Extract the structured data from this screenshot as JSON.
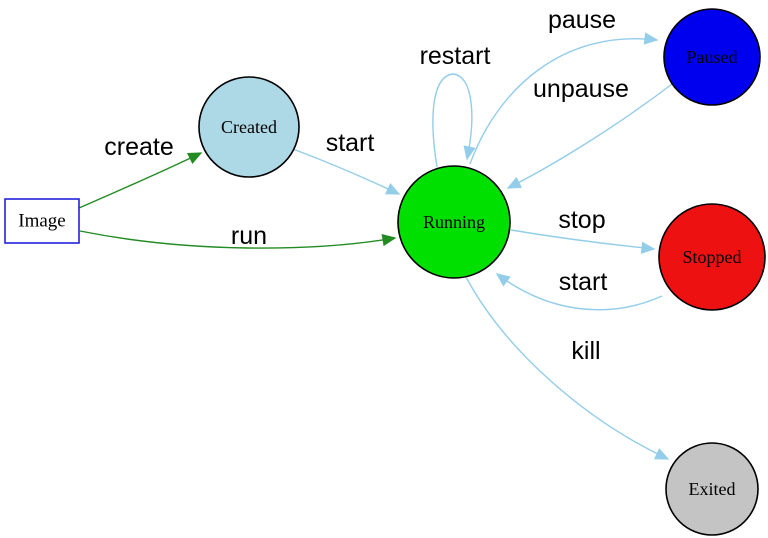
{
  "colors": {
    "background": "#ffffff",
    "edge_flow": "#93cdea",
    "edge_create": "#228b22",
    "node_border": "#000000",
    "image_border": "#2222dd",
    "label_text": "#000000"
  },
  "nodes": {
    "image": {
      "label": "Image",
      "fill": "#ffffff"
    },
    "created": {
      "label": "Created",
      "fill": "#add8e6"
    },
    "running": {
      "label": "Running",
      "fill": "#00e000"
    },
    "paused": {
      "label": "Paused",
      "fill": "#0000ee"
    },
    "stopped": {
      "label": "Stopped",
      "fill": "#ee1111"
    },
    "exited": {
      "label": "Exited",
      "fill": "#c4c4c4"
    }
  },
  "edges": {
    "create": {
      "label": "create",
      "from": "image",
      "to": "created"
    },
    "run": {
      "label": "run",
      "from": "image",
      "to": "running"
    },
    "start_created": {
      "label": "start",
      "from": "created",
      "to": "running"
    },
    "restart": {
      "label": "restart",
      "from": "running",
      "to": "running"
    },
    "pause": {
      "label": "pause",
      "from": "running",
      "to": "paused"
    },
    "unpause": {
      "label": "unpause",
      "from": "paused",
      "to": "running"
    },
    "stop": {
      "label": "stop",
      "from": "running",
      "to": "stopped"
    },
    "start_stopped": {
      "label": "start",
      "from": "stopped",
      "to": "running"
    },
    "kill": {
      "label": "kill",
      "from": "running",
      "to": "exited"
    }
  }
}
